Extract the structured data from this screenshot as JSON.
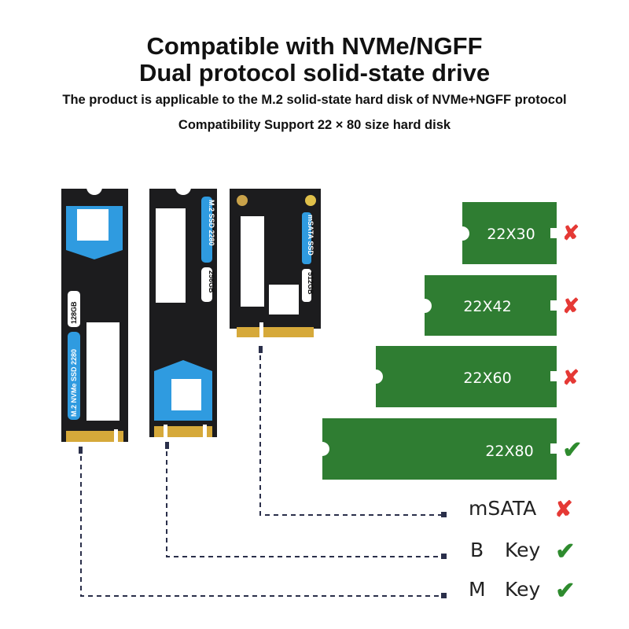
{
  "header": {
    "title_line1": "Compatible with NVMe/NGFF",
    "title_line2": "Dual protocol solid-state drive",
    "subtitle1": "The product is applicable to the M.2 solid-state hard disk of NVMe+NGFF protocol",
    "subtitle2": "Compatibility Support 22 × 80 size hard disk"
  },
  "ssds": [
    {
      "model": "M.2 NVMe SSD 2280",
      "capacity": "128GB"
    },
    {
      "model": "M.2 SSD 2280",
      "capacity": "256GB"
    },
    {
      "model": "mSATA SSD",
      "capacity": "512GB"
    }
  ],
  "sizes": [
    {
      "label": "22X30",
      "compatible": false
    },
    {
      "label": "22X42",
      "compatible": false
    },
    {
      "label": "22X60",
      "compatible": false
    },
    {
      "label": "22X80",
      "compatible": true
    }
  ],
  "interfaces": [
    {
      "label": "mSATA",
      "compatible": false
    },
    {
      "label": "B",
      "key": "Key",
      "compatible": true
    },
    {
      "label": "M",
      "key": "Key",
      "compatible": true
    }
  ],
  "colors": {
    "cross": "#e53935",
    "check": "#2e8b2e",
    "stick": "#2f7d32",
    "label_blue": "#2f9be0"
  }
}
